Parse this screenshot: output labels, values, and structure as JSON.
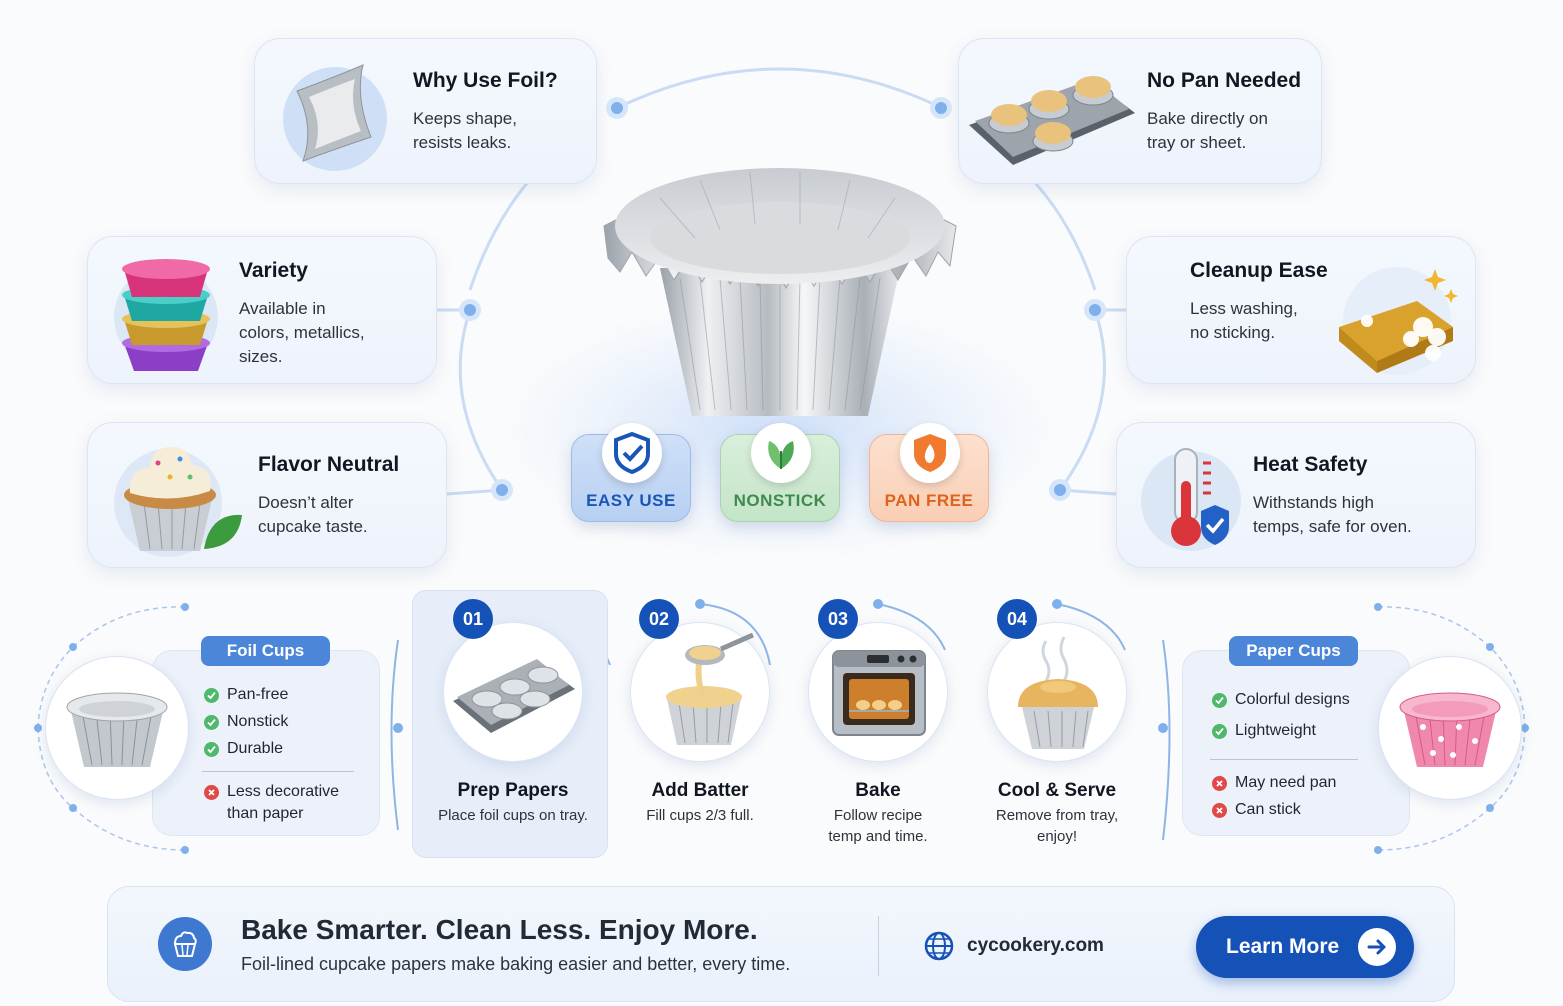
{
  "features": {
    "why_foil": {
      "title": "Why Use Foil?",
      "line1": "Keeps shape,",
      "line2": "resists leaks."
    },
    "no_pan": {
      "title": "No Pan Needed",
      "line1": "Bake directly on",
      "line2": "tray or sheet."
    },
    "variety": {
      "title": "Variety",
      "line1": "Available in",
      "line2": "colors, metallics,",
      "line3": "sizes."
    },
    "cleanup": {
      "title": "Cleanup Ease",
      "line1": "Less washing,",
      "line2": "no sticking."
    },
    "flavor": {
      "title": "Flavor Neutral",
      "line1": "Doesn’t alter",
      "line2": "cupcake taste."
    },
    "heat": {
      "title": "Heat Safety",
      "line1": "Withstands high",
      "line2": "temps, safe for oven."
    }
  },
  "badges": {
    "easy": {
      "label": "EASY USE",
      "color": "#1a56b8"
    },
    "nonstick": {
      "label": "NONSTICK",
      "color": "#3f8a4e"
    },
    "panfree": {
      "label": "PAN FREE",
      "color": "#e0631c"
    }
  },
  "steps": [
    {
      "num": "01",
      "title": "Prep Papers",
      "line1": "Place foil cups on tray.",
      "line2": ""
    },
    {
      "num": "02",
      "title": "Add Batter",
      "line1": "Fill cups 2/3 full.",
      "line2": ""
    },
    {
      "num": "03",
      "title": "Bake",
      "line1": "Follow recipe",
      "line2": "temp and time."
    },
    {
      "num": "04",
      "title": "Cool & Serve",
      "line1": "Remove from tray,",
      "line2": "enjoy!"
    }
  ],
  "foil_cups": {
    "tag": "Foil Cups",
    "pros": [
      "Pan-free",
      "Nonstick",
      "Durable"
    ],
    "con_line1": "Less decorative",
    "con_line2": "than paper"
  },
  "paper_cups": {
    "tag": "Paper Cups",
    "pros": [
      "Colorful designs",
      "Lightweight"
    ],
    "cons": [
      "May need pan",
      "Can stick"
    ]
  },
  "footer": {
    "headline": "Bake Smarter. Clean Less. Enjoy More.",
    "subline": "Foil-lined cupcake papers make baking easier and better, every time.",
    "website": "cycookery.com",
    "cta": "Learn More"
  },
  "colors": {
    "accent": "#1552b8",
    "good": "#4fb86a",
    "bad": "#e24848",
    "tag": "#4c86d8"
  }
}
